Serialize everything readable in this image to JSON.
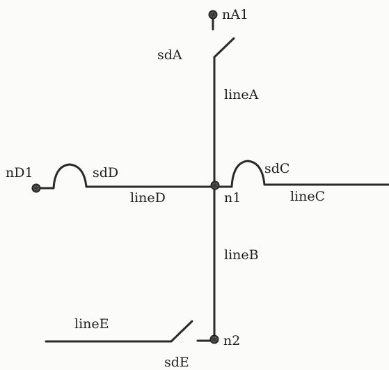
{
  "labels": {
    "nA1": "nA1",
    "sdA": "sdA",
    "lineA": "lineA",
    "nD1": "nD1",
    "sdD": "sdD",
    "lineD": "lineD",
    "n1": "n1",
    "sdC": "sdC",
    "lineC": "lineC",
    "lineB": "lineB",
    "lineE": "lineE",
    "n2": "n2",
    "sdE": "sdE"
  },
  "colors": {
    "background": "#fbfbf9",
    "ink": "#1e1e1e"
  }
}
